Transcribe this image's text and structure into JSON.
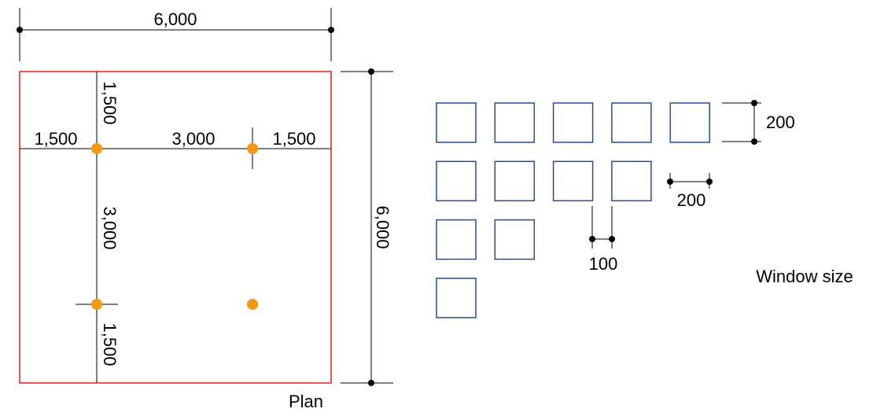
{
  "plan": {
    "caption": "Plan",
    "overall_width": "6,000",
    "overall_depth": "6,000",
    "left_offset": "1,500",
    "center_span": "3,000",
    "right_offset": "1,500",
    "top_offset": "1,500",
    "middle_span": "3,000",
    "bottom_offset": "1,500",
    "colors": {
      "outline": "#e8302b",
      "column": "#f39a12"
    }
  },
  "windows": {
    "caption": "Window size",
    "size_label": "200",
    "width_label": "200",
    "gap_label": "100",
    "row_counts": [
      5,
      4,
      2,
      1
    ],
    "color": "#1f4e9b"
  }
}
